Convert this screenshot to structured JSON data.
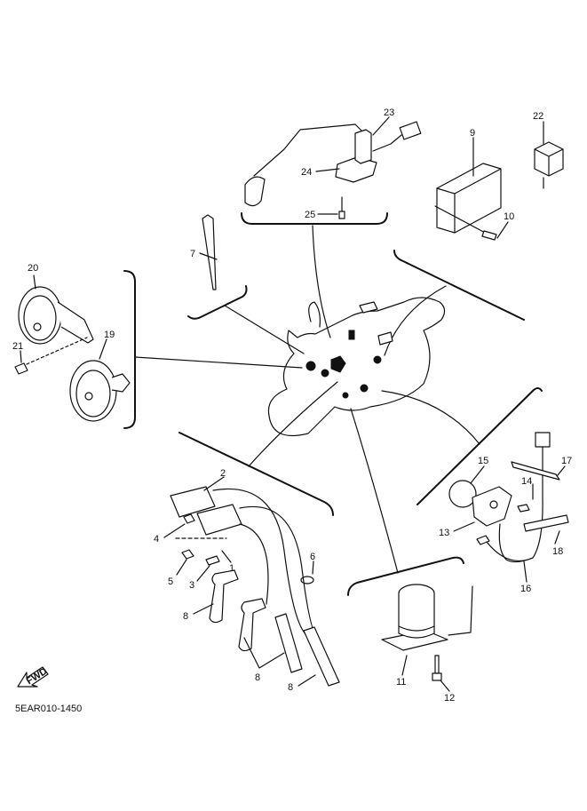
{
  "diagram": {
    "code": "5EAR010-1450",
    "fwd_label": "FWD",
    "callouts": [
      {
        "id": "1",
        "part": "ignition-coil"
      },
      {
        "id": "2",
        "part": "ignition-coil"
      },
      {
        "id": "3",
        "part": "bolt"
      },
      {
        "id": "4",
        "part": "nut"
      },
      {
        "id": "5",
        "part": "nut"
      },
      {
        "id": "6",
        "part": "clamp"
      },
      {
        "id": "7",
        "part": "cable-tie"
      },
      {
        "id": "8",
        "part": "spark-plug-cap"
      },
      {
        "id": "9",
        "part": "cdi-unit"
      },
      {
        "id": "10",
        "part": "screw"
      },
      {
        "id": "11",
        "part": "servo-motor"
      },
      {
        "id": "12",
        "part": "bolt"
      },
      {
        "id": "13",
        "part": "sensor"
      },
      {
        "id": "14",
        "part": "screw"
      },
      {
        "id": "15",
        "part": "o-ring"
      },
      {
        "id": "16",
        "part": "lead"
      },
      {
        "id": "17",
        "part": "band"
      },
      {
        "id": "18",
        "part": "band"
      },
      {
        "id": "19",
        "part": "horn"
      },
      {
        "id": "20",
        "part": "horn"
      },
      {
        "id": "21",
        "part": "bolt"
      },
      {
        "id": "22",
        "part": "relay"
      },
      {
        "id": "23",
        "part": "fuel-sender"
      },
      {
        "id": "24",
        "part": "gasket"
      },
      {
        "id": "25",
        "part": "bolt"
      }
    ]
  }
}
